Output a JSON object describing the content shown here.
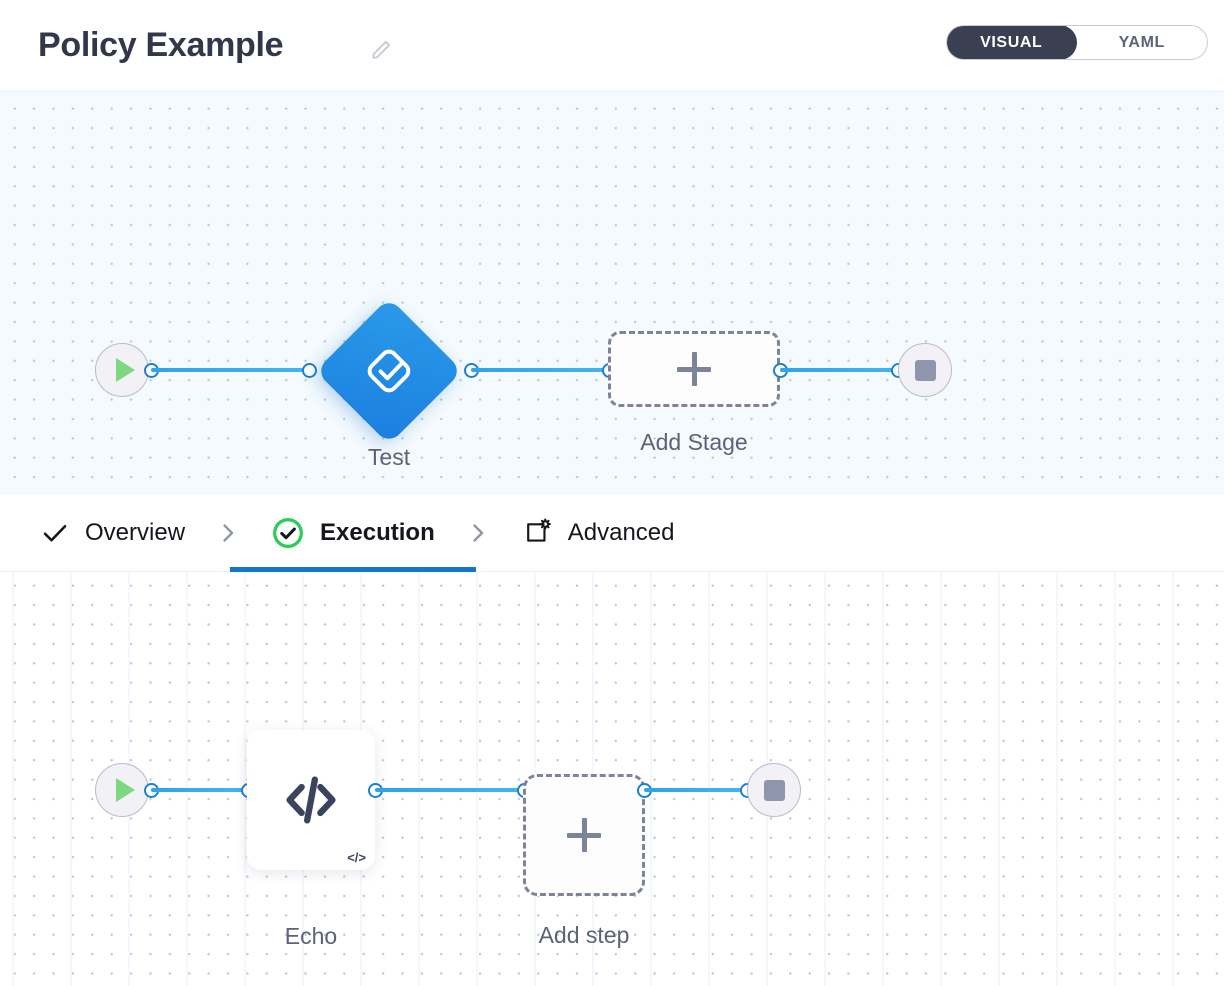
{
  "header": {
    "title": "Policy Example",
    "edit_icon": "pencil-icon",
    "mode_toggle": {
      "options": [
        "VISUAL",
        "YAML"
      ],
      "selected": "VISUAL",
      "visual_label": "VISUAL",
      "yaml_label": "YAML"
    }
  },
  "stage_canvas": {
    "start_node": {
      "icon": "play-icon",
      "name": "start"
    },
    "end_node": {
      "icon": "stop-icon",
      "name": "end"
    },
    "stages": [
      {
        "label": "Test",
        "icon": "approval-check-icon",
        "type": "stage"
      }
    ],
    "add_stage": {
      "label": "Add Stage",
      "icon": "plus-icon"
    }
  },
  "tabs": [
    {
      "label": "Overview",
      "icon": "check-icon",
      "active": false
    },
    {
      "label": "Execution",
      "icon": "check-circle-icon",
      "active": true
    },
    {
      "label": "Advanced",
      "icon": "advanced-gear-icon",
      "active": false
    }
  ],
  "tab_separator": "chevron-right-icon",
  "step_canvas": {
    "start_node": {
      "icon": "play-icon",
      "name": "start"
    },
    "end_node": {
      "icon": "stop-icon",
      "name": "end"
    },
    "steps": [
      {
        "label": "Echo",
        "icon": "code-icon",
        "badge": "</>"
      }
    ],
    "add_step": {
      "label": "Add step",
      "icon": "plus-icon"
    }
  },
  "colors": {
    "accent_blue": "#1476c6",
    "stage_blue": "#2b9ae8",
    "edge_blue": "#2fa3ea",
    "start_green": "#7fd87f",
    "stop_gray": "#8f95ad",
    "dark_pill": "#3b3f52",
    "label_gray": "#5c6378",
    "success_green": "#2ecb57"
  }
}
